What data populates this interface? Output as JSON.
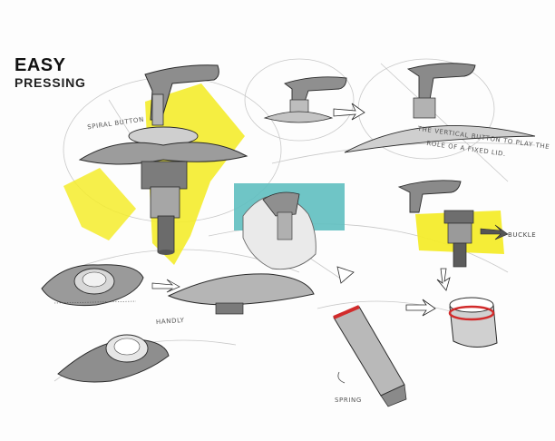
{
  "header": {
    "title": "EASY",
    "subtitle": "PRESSING"
  },
  "annotations": {
    "spiral_button": "SPIRAL BUTTON",
    "vertical_button_line1": "THE VERTICAL BUTTON TO PLAY THE",
    "vertical_button_line2": "ROLE OF A FIXED LID.",
    "buckle": "BUCKLE",
    "handly": "HANDLY",
    "spring": "SPRING"
  },
  "colors": {
    "paper": "#fdfdfd",
    "marker_yellow": "#f4ec2c",
    "marker_teal": "#5fbfc0",
    "marker_red": "#d22b2b",
    "grey_dark": "#5a5a5a",
    "grey_mid": "#9a9a9a",
    "grey_light": "#d0d0d0",
    "ink": "#2b2b2b"
  }
}
